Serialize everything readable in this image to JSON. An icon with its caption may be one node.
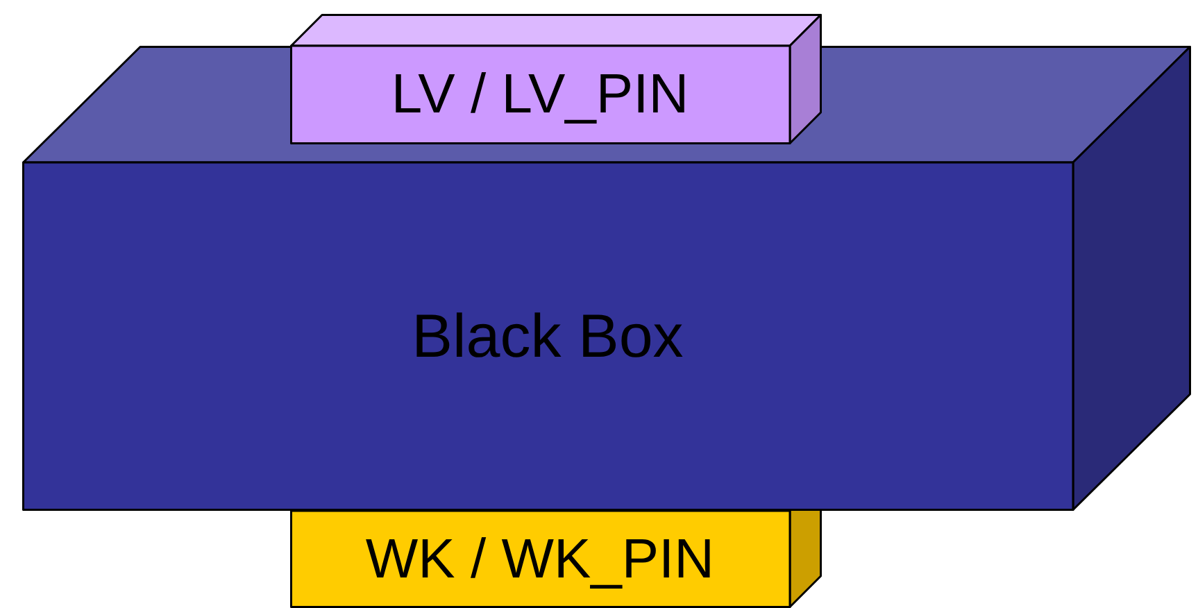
{
  "diagram": {
    "nodes": [
      {
        "text": [
          "LV / LV_PIN"
        ]
      },
      {
        "text": [
          "Black Box"
        ]
      },
      {
        "text": [
          "WK / WK_PIN"
        ]
      }
    ],
    "edges": []
  }
}
